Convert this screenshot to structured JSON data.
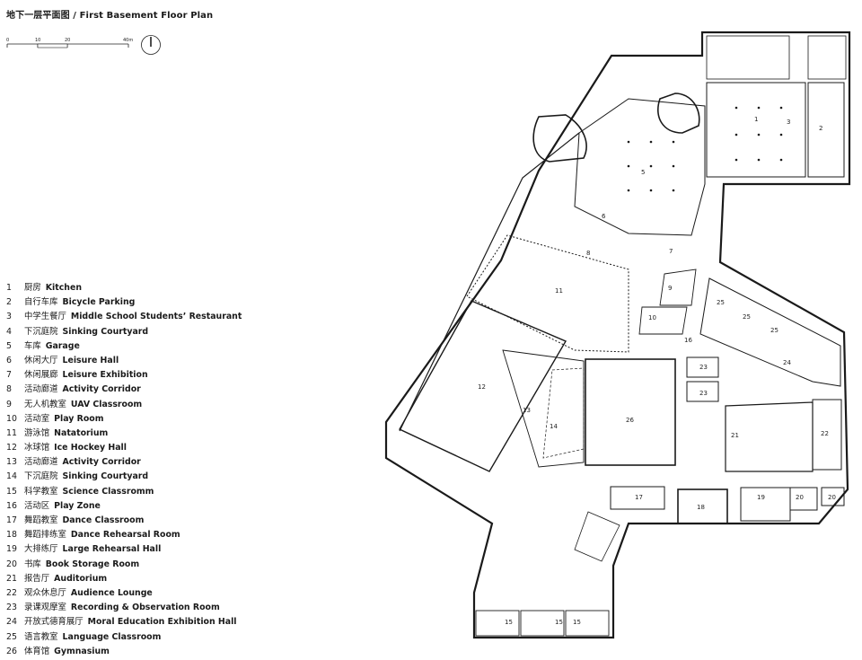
{
  "title": "地下一层平面图 / First Basement Floor Plan",
  "scale": {
    "ticks": [
      "0",
      "10",
      "20",
      "40m"
    ]
  },
  "legend": [
    {
      "num": "1",
      "cn": "厨房",
      "en": "Kitchen"
    },
    {
      "num": "2",
      "cn": "自行车库",
      "en": "Bicycle Parking"
    },
    {
      "num": "3",
      "cn": "中学生餐厅",
      "en": "Middle School Students’ Restaurant"
    },
    {
      "num": "4",
      "cn": "下沉庭院",
      "en": "Sinking Courtyard"
    },
    {
      "num": "5",
      "cn": "车库",
      "en": "Garage"
    },
    {
      "num": "6",
      "cn": "休闲大厅",
      "en": "Leisure Hall"
    },
    {
      "num": "7",
      "cn": "休闲展廊",
      "en": "Leisure Exhibition"
    },
    {
      "num": "8",
      "cn": "活动廊道",
      "en": "Activity Corridor"
    },
    {
      "num": "9",
      "cn": "无人机教室",
      "en": "UAV Classroom"
    },
    {
      "num": "10",
      "cn": "活动室",
      "en": "Play Room"
    },
    {
      "num": "11",
      "cn": "游泳馆",
      "en": "Natatorium"
    },
    {
      "num": "12",
      "cn": "冰球馆",
      "en": "Ice Hockey Hall"
    },
    {
      "num": "13",
      "cn": "活动廊道",
      "en": "Activity Corridor"
    },
    {
      "num": "14",
      "cn": "下沉庭院",
      "en": "Sinking Courtyard"
    },
    {
      "num": "15",
      "cn": "科学教室",
      "en": "Science Classromm"
    },
    {
      "num": "16",
      "cn": "活动区",
      "en": "Play Zone"
    },
    {
      "num": "17",
      "cn": "舞蹈教室",
      "en": "Dance Classroom"
    },
    {
      "num": "18",
      "cn": "舞蹈排练室",
      "en": "Dance Rehearsal Room"
    },
    {
      "num": "19",
      "cn": "大排练厅",
      "en": "Large Rehearsal Hall"
    },
    {
      "num": "20",
      "cn": "书库",
      "en": "Book Storage Room"
    },
    {
      "num": "21",
      "cn": "报告厅",
      "en": "Auditorium"
    },
    {
      "num": "22",
      "cn": "观众休息厅",
      "en": "Audience Lounge"
    },
    {
      "num": "23",
      "cn": "录课观摩室",
      "en": "Recording & Observation Room"
    },
    {
      "num": "24",
      "cn": "开放式德育展厅",
      "en": "Moral Education Exhibition Hall"
    },
    {
      "num": "25",
      "cn": "语言教室",
      "en": "Language Classroom"
    },
    {
      "num": "26",
      "cn": "体育馆",
      "en": "Gymnasium"
    }
  ],
  "plan_labels": {
    "r1": "1",
    "r2": "2",
    "r3": "3",
    "r5": "5",
    "r6": "6",
    "r7": "7",
    "r8": "8",
    "r9": "9",
    "r10": "10",
    "r11": "11",
    "r12": "12",
    "r13": "13",
    "r14": "14",
    "r15a": "15",
    "r15b": "15",
    "r15c": "15",
    "r16": "16",
    "r17": "17",
    "r18": "18",
    "r19": "19",
    "r20a": "20",
    "r20b": "20",
    "r21": "21",
    "r22": "22",
    "r23a": "23",
    "r23b": "23",
    "r24": "24",
    "r25a": "25",
    "r25b": "25",
    "r25c": "25",
    "r26": "26"
  }
}
